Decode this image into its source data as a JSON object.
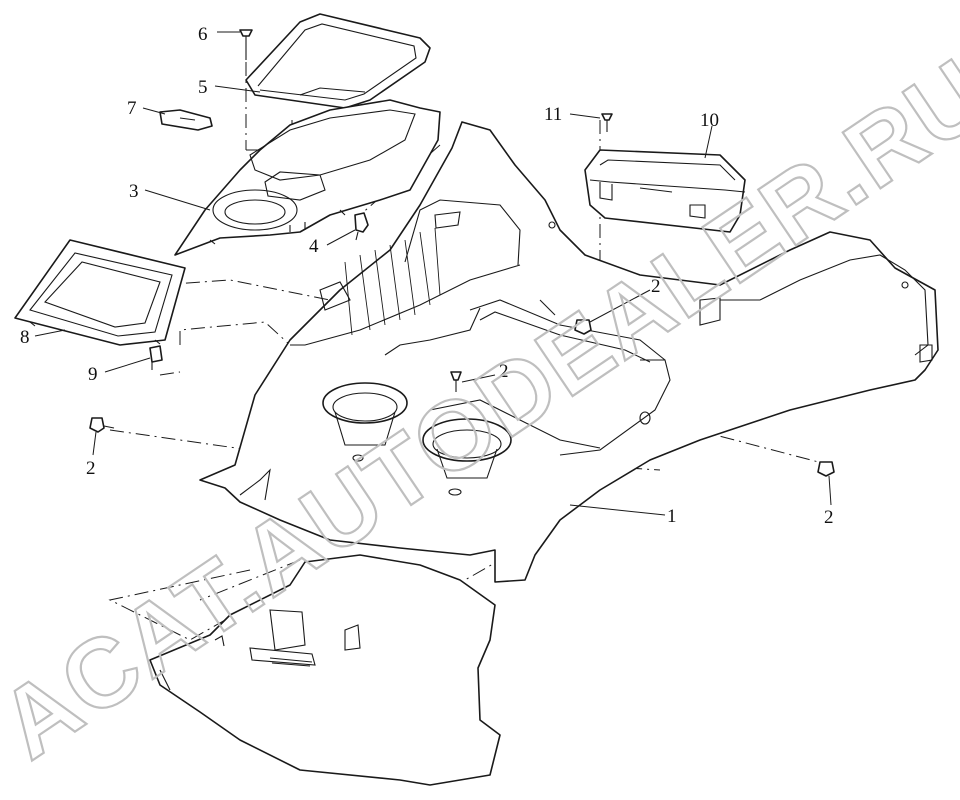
{
  "watermark": {
    "text": "ACAT.AUTODEALER.RU",
    "color": "#bfbfbf"
  },
  "callouts": [
    {
      "id": "c1",
      "label": "1"
    },
    {
      "id": "c2a",
      "label": "2"
    },
    {
      "id": "c2b",
      "label": "2"
    },
    {
      "id": "c2c",
      "label": "2"
    },
    {
      "id": "c2d",
      "label": "2"
    },
    {
      "id": "c3",
      "label": "3"
    },
    {
      "id": "c4",
      "label": "4"
    },
    {
      "id": "c5",
      "label": "5"
    },
    {
      "id": "c6",
      "label": "6"
    },
    {
      "id": "c7",
      "label": "7"
    },
    {
      "id": "c8",
      "label": "8"
    },
    {
      "id": "c9",
      "label": "9"
    },
    {
      "id": "c10",
      "label": "10"
    },
    {
      "id": "c11",
      "label": "11"
    }
  ]
}
